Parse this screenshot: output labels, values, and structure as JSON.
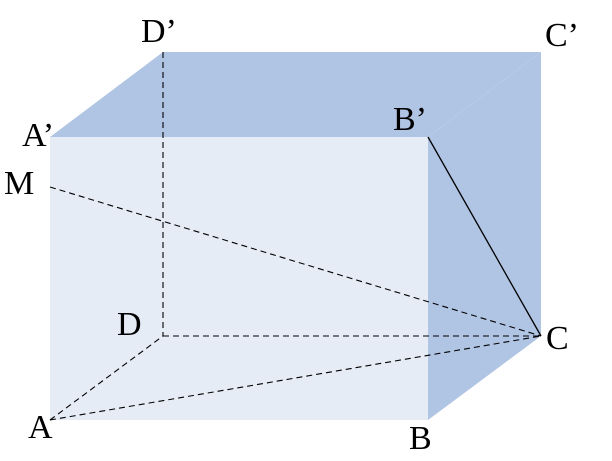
{
  "figure": {
    "colors": {
      "front_face": "#e6ecf6",
      "top_face": "#b0c4e4",
      "right_face": "#b0c4e4",
      "edge": "#000000"
    },
    "labels": {
      "A": "A",
      "B": "B",
      "C": "C",
      "D": "D",
      "A_prime": "A’",
      "B_prime": "B’",
      "C_prime": "C’",
      "D_prime": "D’",
      "M": "M"
    }
  }
}
